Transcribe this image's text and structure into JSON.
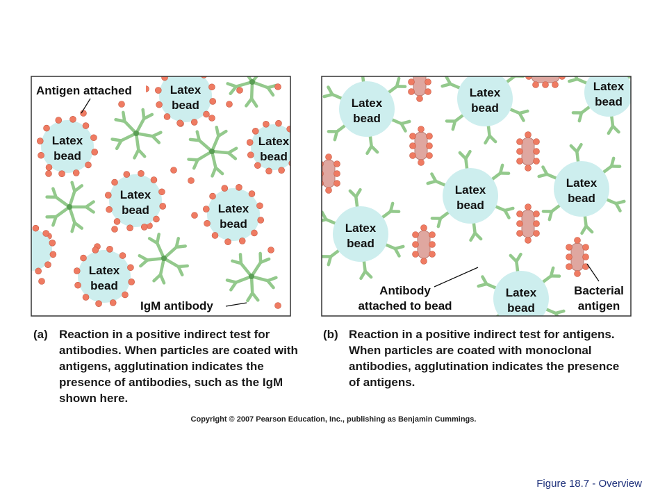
{
  "panel_a": {
    "letter": "(a)",
    "caption": "Reaction in a positive indirect test for antibodies. When particles are coated with antigens, agglutination indicates the presence of antibodies, such as the IgM shown here.",
    "bead_label_1": "Latex",
    "bead_label_2": "bead",
    "label_antigen_attached": "Antigen attached",
    "label_igm": "IgM antibody"
  },
  "panel_b": {
    "letter": "(b)",
    "caption": "Reaction in a positive indirect test for antigens. When particles are coated with monoclonal antibodies, agglutination indicates the presence of antigens.",
    "bead_label_1": "Latex",
    "bead_label_2": "bead",
    "label_antibody_1": "Antibody",
    "label_antibody_2": "attached to bead",
    "label_bacterial_1": "Bacterial",
    "label_bacterial_2": "antigen"
  },
  "copyright": "Copyright © 2007 Pearson Education, Inc., publishing as Benjamin Cummings.",
  "figure_id": "Figure 18.7 - Overview",
  "colors": {
    "bead_fill": "#cdeeee",
    "antigen_dot": "#ef7b62",
    "antibody": "#93c98c",
    "bacterial_antigen": "#dfa7a0",
    "frame": "#333333",
    "figure_id_text": "#1c2f7a"
  }
}
